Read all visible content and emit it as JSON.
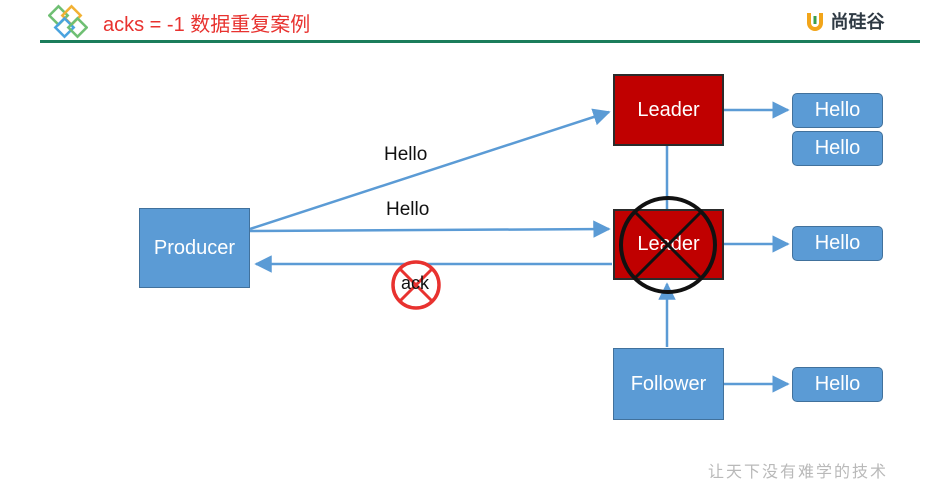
{
  "header": {
    "title": "acks = -1 数据重复案例",
    "brand": "尚硅谷",
    "accent_color": "#e8322f",
    "rule_color": "#1b7d5b"
  },
  "diagram": {
    "producer": "Producer",
    "leader_top": "Leader",
    "leader_failed": "Leader",
    "follower": "Follower",
    "edge_label_1": "Hello",
    "edge_label_2": "Hello",
    "ack_label": "ack",
    "messages": {
      "top_1": "Hello",
      "top_2": "Hello",
      "middle": "Hello",
      "bottom": "Hello"
    },
    "colors": {
      "node_blue": "#5b9bd5",
      "node_red": "#c00000",
      "arrow": "#5b9bd5",
      "no_ack": "#e8322f"
    }
  },
  "watermark": "让天下没有难学的技术"
}
